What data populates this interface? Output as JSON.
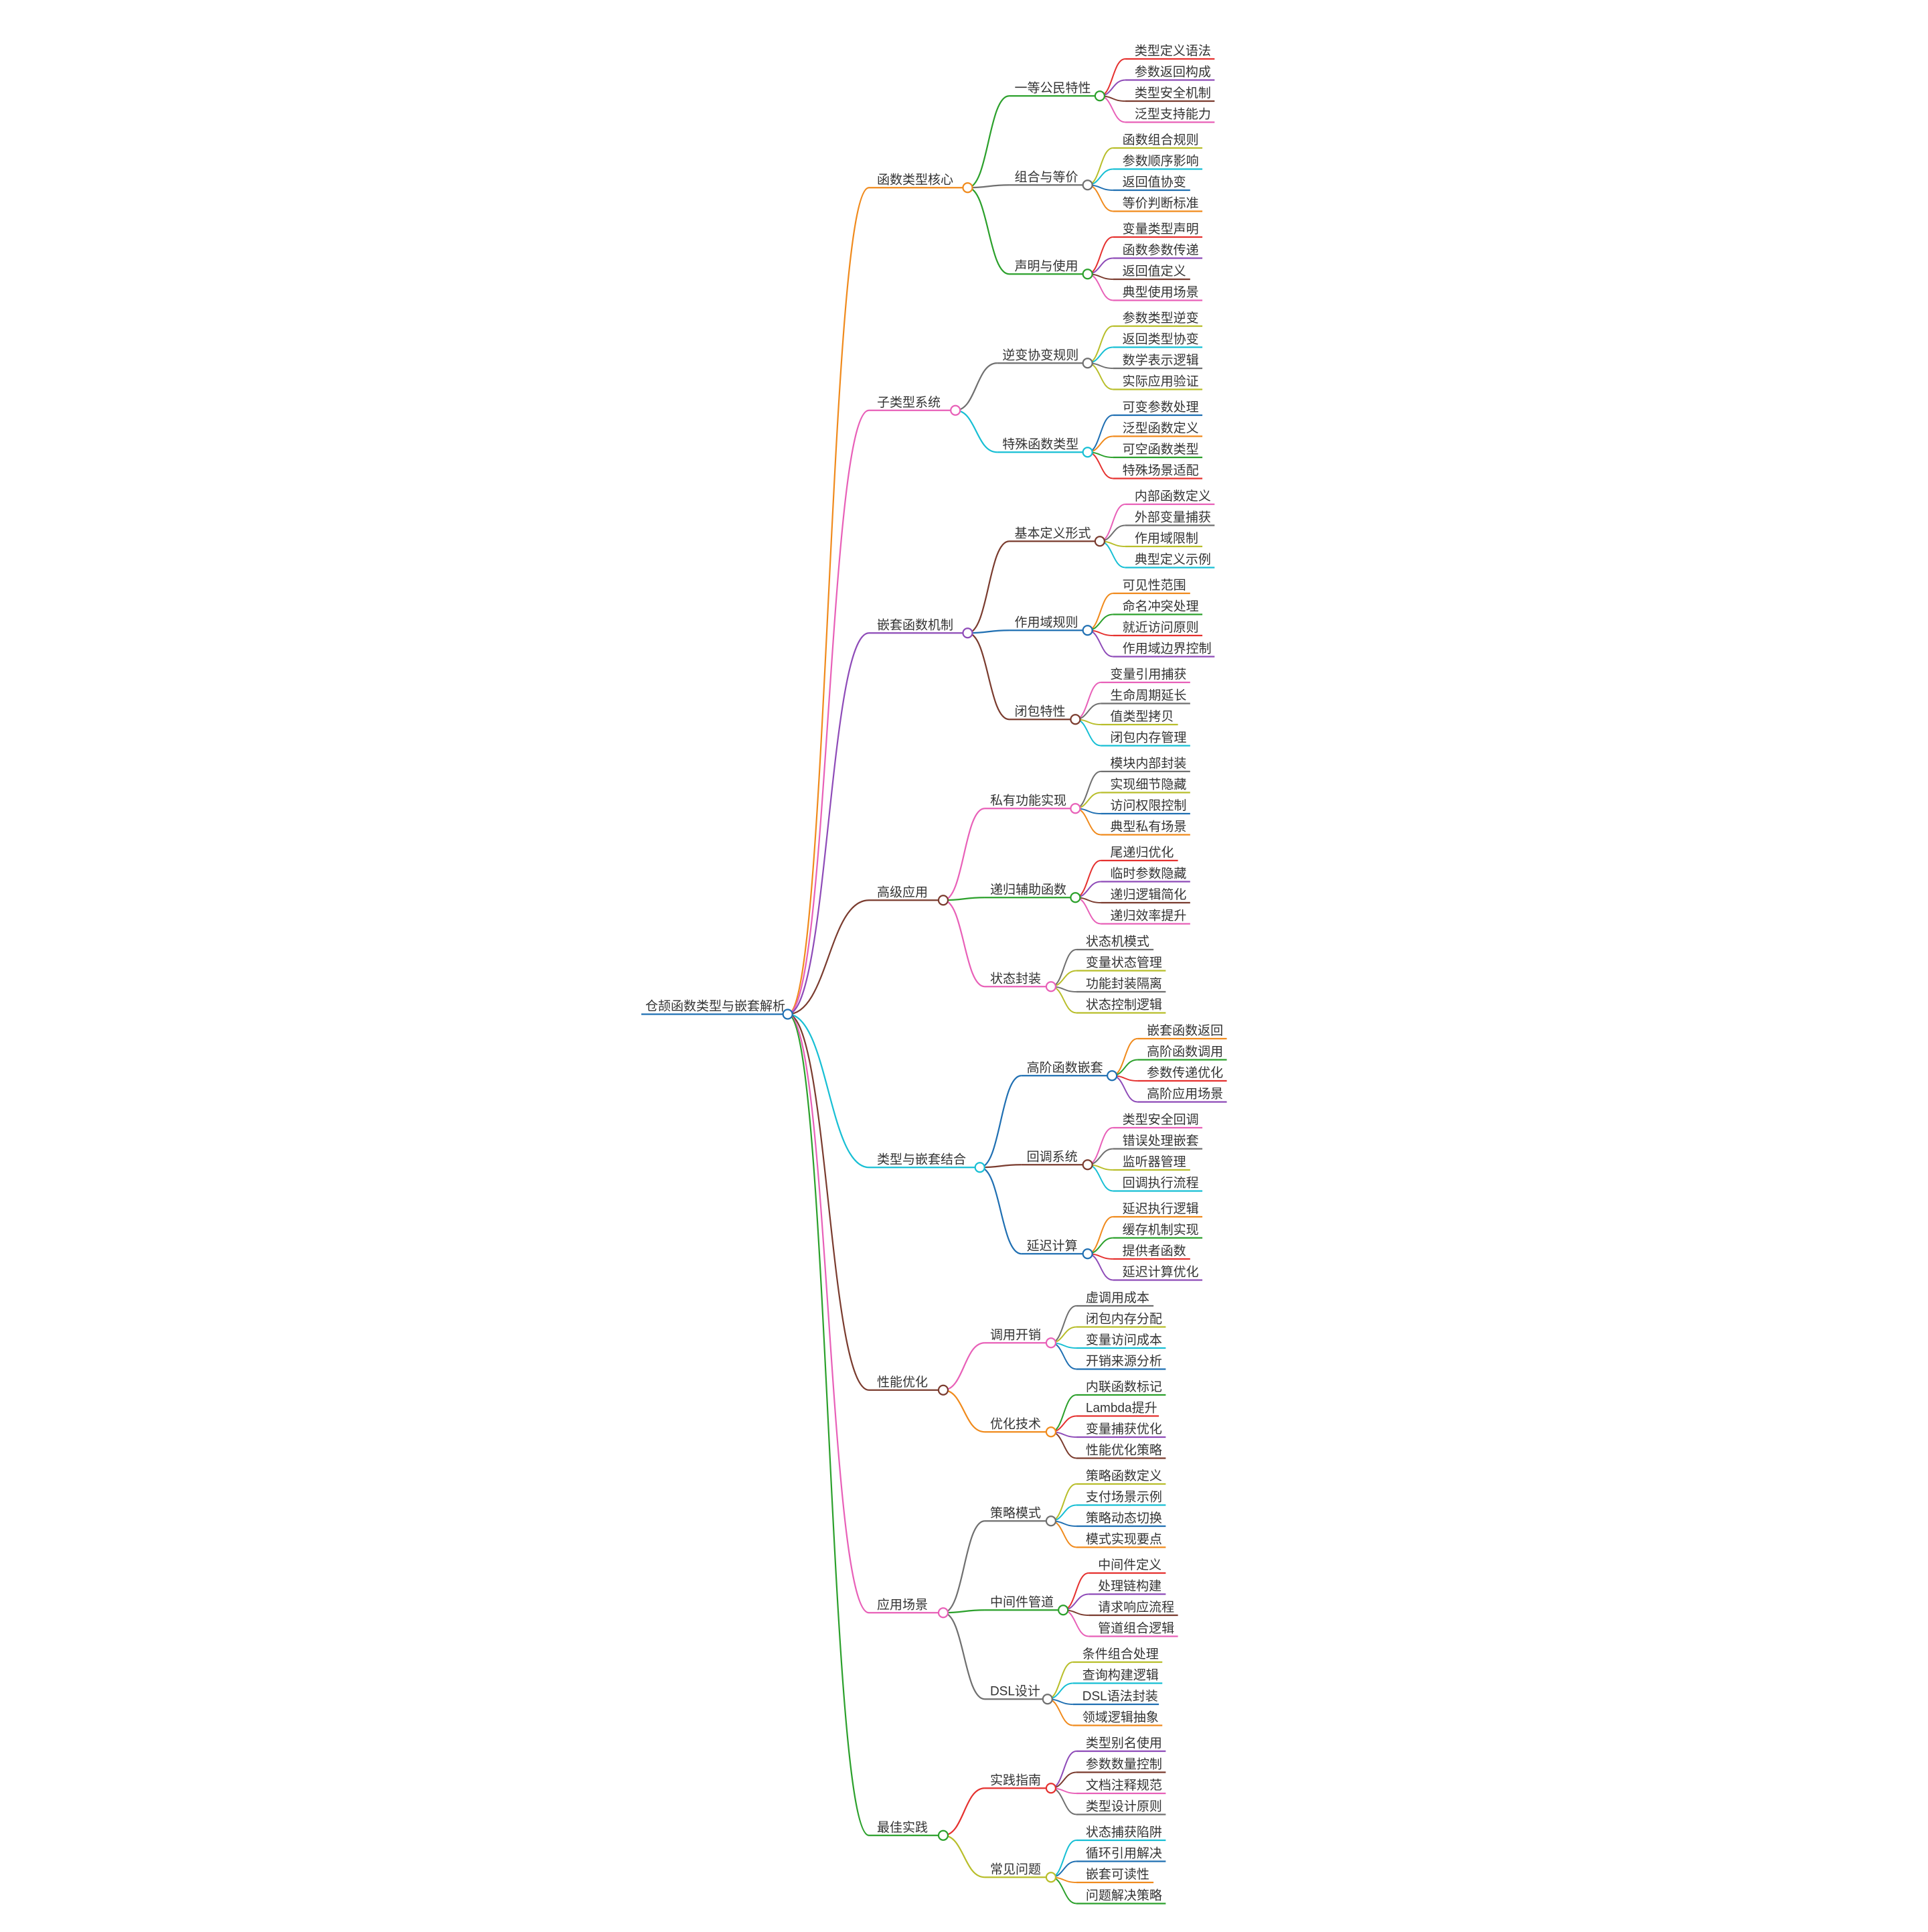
{
  "root": {
    "label": "仓颉函数类型与嵌套解析"
  },
  "colors": {
    "root_line": "#1f6fb2",
    "palette": {
      "red": "#e5312f",
      "purple": "#8e4bb8",
      "brown": "#7a3b2e",
      "pink": "#e860b8",
      "olive": "#b8be2a",
      "cyan": "#17bfd4",
      "gray": "#6f6f6f",
      "blue": "#1f6fb2",
      "orange": "#f08a1c",
      "green": "#2ba02b"
    }
  },
  "branches": [
    {
      "label": "函数类型核心",
      "color": "orange",
      "children": [
        {
          "label": "一等公民特性",
          "color": "green",
          "leaves": [
            {
              "label": "类型定义语法",
              "color": "red"
            },
            {
              "label": "参数返回构成",
              "color": "purple"
            },
            {
              "label": "类型安全机制",
              "color": "brown"
            },
            {
              "label": "泛型支持能力",
              "color": "pink"
            }
          ]
        },
        {
          "label": "组合与等价",
          "color": "gray",
          "leaves": [
            {
              "label": "函数组合规则",
              "color": "olive"
            },
            {
              "label": "参数顺序影响",
              "color": "cyan"
            },
            {
              "label": "返回值协变",
              "color": "blue"
            },
            {
              "label": "等价判断标准",
              "color": "orange"
            }
          ]
        },
        {
          "label": "声明与使用",
          "color": "green",
          "leaves": [
            {
              "label": "变量类型声明",
              "color": "red"
            },
            {
              "label": "函数参数传递",
              "color": "purple"
            },
            {
              "label": "返回值定义",
              "color": "brown"
            },
            {
              "label": "典型使用场景",
              "color": "pink"
            }
          ]
        }
      ]
    },
    {
      "label": "子类型系统",
      "color": "pink",
      "children": [
        {
          "label": "逆变协变规则",
          "color": "gray",
          "leaves": [
            {
              "label": "参数类型逆变",
              "color": "olive"
            },
            {
              "label": "返回类型协变",
              "color": "cyan"
            },
            {
              "label": "数学表示逻辑",
              "color": "gray"
            },
            {
              "label": "实际应用验证",
              "color": "olive"
            }
          ]
        },
        {
          "label": "特殊函数类型",
          "color": "cyan",
          "leaves": [
            {
              "label": "可变参数处理",
              "color": "blue"
            },
            {
              "label": "泛型函数定义",
              "color": "orange"
            },
            {
              "label": "可空函数类型",
              "color": "green"
            },
            {
              "label": "特殊场景适配",
              "color": "red"
            }
          ]
        }
      ]
    },
    {
      "label": "嵌套函数机制",
      "color": "purple",
      "children": [
        {
          "label": "基本定义形式",
          "color": "brown",
          "leaves": [
            {
              "label": "内部函数定义",
              "color": "pink"
            },
            {
              "label": "外部变量捕获",
              "color": "gray"
            },
            {
              "label": "作用域限制",
              "color": "olive"
            },
            {
              "label": "典型定义示例",
              "color": "cyan"
            }
          ]
        },
        {
          "label": "作用域规则",
          "color": "blue",
          "leaves": [
            {
              "label": "可见性范围",
              "color": "orange"
            },
            {
              "label": "命名冲突处理",
              "color": "green"
            },
            {
              "label": "就近访问原则",
              "color": "red"
            },
            {
              "label": "作用域边界控制",
              "color": "purple"
            }
          ]
        },
        {
          "label": "闭包特性",
          "color": "brown",
          "leaves": [
            {
              "label": "变量引用捕获",
              "color": "pink"
            },
            {
              "label": "生命周期延长",
              "color": "gray"
            },
            {
              "label": "值类型拷贝",
              "color": "olive"
            },
            {
              "label": "闭包内存管理",
              "color": "cyan"
            }
          ]
        }
      ]
    },
    {
      "label": "高级应用",
      "color": "brown",
      "children": [
        {
          "label": "私有功能实现",
          "color": "pink",
          "leaves": [
            {
              "label": "模块内部封装",
              "color": "gray"
            },
            {
              "label": "实现细节隐藏",
              "color": "olive"
            },
            {
              "label": "访问权限控制",
              "color": "blue"
            },
            {
              "label": "典型私有场景",
              "color": "orange"
            }
          ]
        },
        {
          "label": "递归辅助函数",
          "color": "green",
          "leaves": [
            {
              "label": "尾递归优化",
              "color": "red"
            },
            {
              "label": "临时参数隐藏",
              "color": "purple"
            },
            {
              "label": "递归逻辑简化",
              "color": "brown"
            },
            {
              "label": "递归效率提升",
              "color": "pink"
            }
          ]
        },
        {
          "label": "状态封装",
          "color": "pink",
          "leaves": [
            {
              "label": "状态机模式",
              "color": "gray"
            },
            {
              "label": "变量状态管理",
              "color": "olive"
            },
            {
              "label": "功能封装隔离",
              "color": "gray"
            },
            {
              "label": "状态控制逻辑",
              "color": "olive"
            }
          ]
        }
      ]
    },
    {
      "label": "类型与嵌套结合",
      "color": "cyan",
      "children": [
        {
          "label": "高阶函数嵌套",
          "color": "blue",
          "leaves": [
            {
              "label": "嵌套函数返回",
              "color": "orange"
            },
            {
              "label": "高阶函数调用",
              "color": "green"
            },
            {
              "label": "参数传递优化",
              "color": "red"
            },
            {
              "label": "高阶应用场景",
              "color": "purple"
            }
          ]
        },
        {
          "label": "回调系统",
          "color": "brown",
          "leaves": [
            {
              "label": "类型安全回调",
              "color": "pink"
            },
            {
              "label": "错误处理嵌套",
              "color": "gray"
            },
            {
              "label": "监听器管理",
              "color": "olive"
            },
            {
              "label": "回调执行流程",
              "color": "cyan"
            }
          ]
        },
        {
          "label": "延迟计算",
          "color": "blue",
          "leaves": [
            {
              "label": "延迟执行逻辑",
              "color": "orange"
            },
            {
              "label": "缓存机制实现",
              "color": "green"
            },
            {
              "label": "提供者函数",
              "color": "red"
            },
            {
              "label": "延迟计算优化",
              "color": "purple"
            }
          ]
        }
      ]
    },
    {
      "label": "性能优化",
      "color": "brown",
      "children": [
        {
          "label": "调用开销",
          "color": "pink",
          "leaves": [
            {
              "label": "虚调用成本",
              "color": "gray"
            },
            {
              "label": "闭包内存分配",
              "color": "olive"
            },
            {
              "label": "变量访问成本",
              "color": "cyan"
            },
            {
              "label": "开销来源分析",
              "color": "blue"
            }
          ]
        },
        {
          "label": "优化技术",
          "color": "orange",
          "leaves": [
            {
              "label": "内联函数标记",
              "color": "green"
            },
            {
              "label": "Lambda提升",
              "color": "red"
            },
            {
              "label": "变量捕获优化",
              "color": "purple"
            },
            {
              "label": "性能优化策略",
              "color": "brown"
            }
          ]
        }
      ]
    },
    {
      "label": "应用场景",
      "color": "pink",
      "children": [
        {
          "label": "策略模式",
          "color": "gray",
          "leaves": [
            {
              "label": "策略函数定义",
              "color": "olive"
            },
            {
              "label": "支付场景示例",
              "color": "cyan"
            },
            {
              "label": "策略动态切换",
              "color": "blue"
            },
            {
              "label": "模式实现要点",
              "color": "orange"
            }
          ]
        },
        {
          "label": "中间件管道",
          "color": "green",
          "leaves": [
            {
              "label": "中间件定义",
              "color": "red"
            },
            {
              "label": "处理链构建",
              "color": "purple"
            },
            {
              "label": "请求响应流程",
              "color": "brown"
            },
            {
              "label": "管道组合逻辑",
              "color": "pink"
            }
          ]
        },
        {
          "label": "DSL设计",
          "color": "gray",
          "leaves": [
            {
              "label": "条件组合处理",
              "color": "olive"
            },
            {
              "label": "查询构建逻辑",
              "color": "cyan"
            },
            {
              "label": "DSL语法封装",
              "color": "blue"
            },
            {
              "label": "领域逻辑抽象",
              "color": "orange"
            }
          ]
        }
      ]
    },
    {
      "label": "最佳实践",
      "color": "green",
      "children": [
        {
          "label": "实践指南",
          "color": "red",
          "leaves": [
            {
              "label": "类型别名使用",
              "color": "purple"
            },
            {
              "label": "参数数量控制",
              "color": "brown"
            },
            {
              "label": "文档注释规范",
              "color": "pink"
            },
            {
              "label": "类型设计原则",
              "color": "gray"
            }
          ]
        },
        {
          "label": "常见问题",
          "color": "olive",
          "leaves": [
            {
              "label": "状态捕获陷阱",
              "color": "cyan"
            },
            {
              "label": "循环引用解决",
              "color": "blue"
            },
            {
              "label": "嵌套可读性",
              "color": "orange"
            },
            {
              "label": "问题解决策略",
              "color": "green"
            }
          ]
        }
      ]
    }
  ]
}
